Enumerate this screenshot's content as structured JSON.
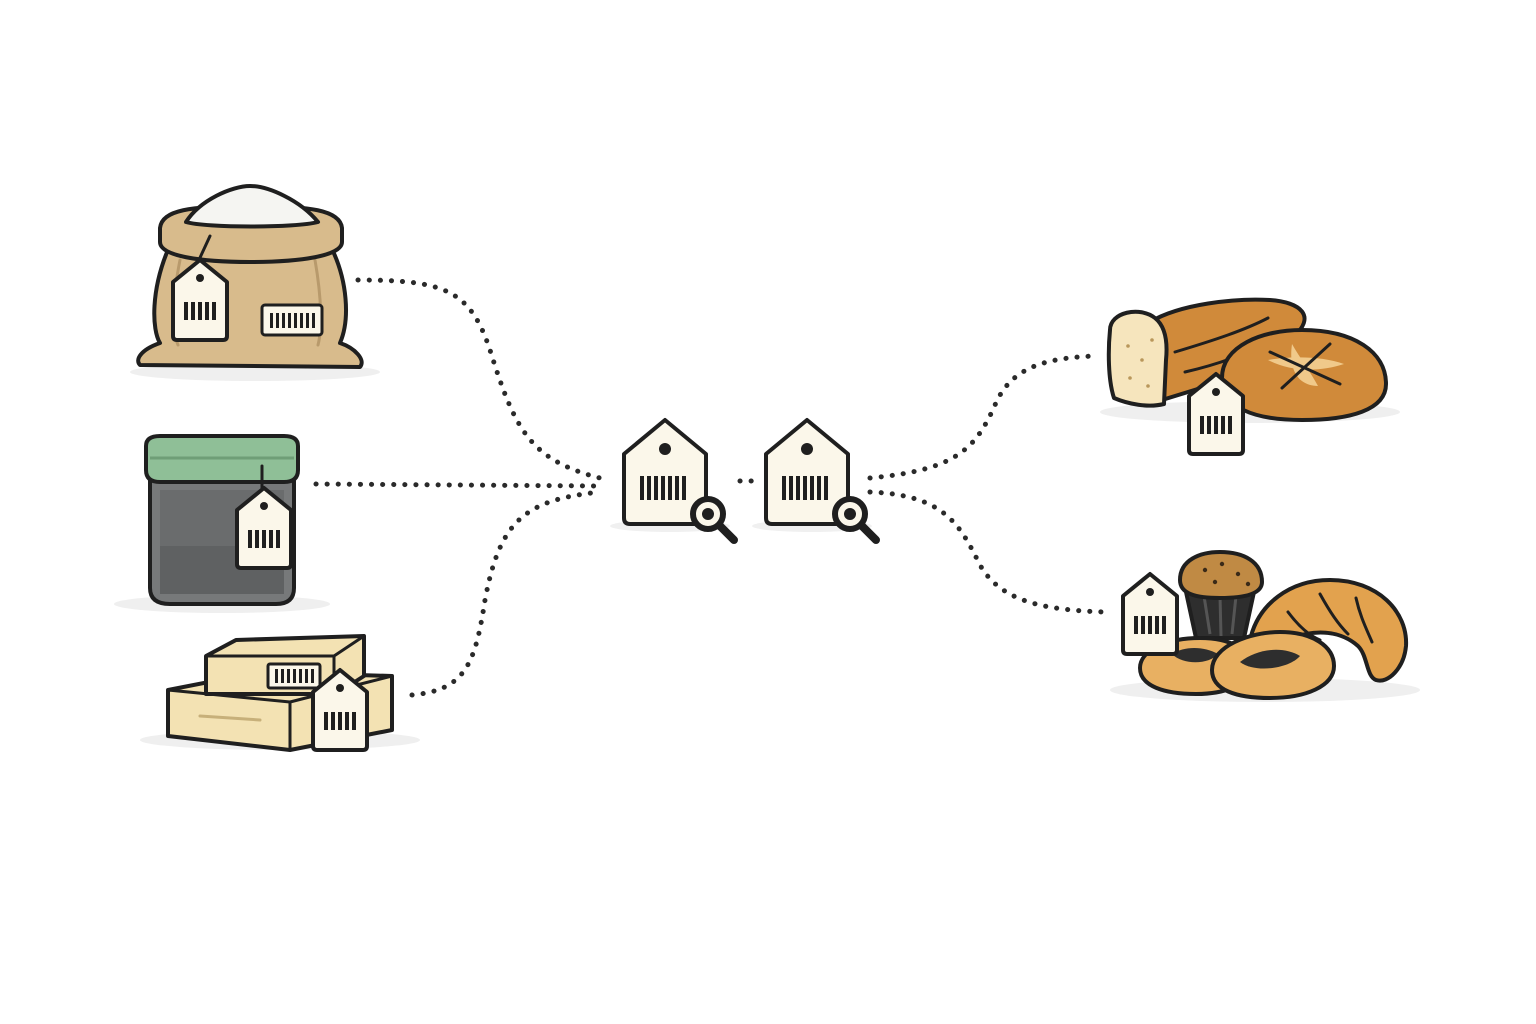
{
  "diagram": {
    "type": "supply-chain-traceability-flow",
    "inputs": [
      {
        "id": "flour",
        "icon": "flour-sack-icon"
      },
      {
        "id": "sourdough",
        "icon": "storage-jar-icon"
      },
      {
        "id": "butter",
        "icon": "butter-blocks-icon"
      }
    ],
    "trackers": [
      {
        "id": "tracker-1",
        "icon": "barcode-tag-scan-icon"
      },
      {
        "id": "tracker-2",
        "icon": "barcode-tag-scan-icon"
      }
    ],
    "outputs": [
      {
        "id": "breads",
        "icon": "bread-loaves-icon"
      },
      {
        "id": "pastries",
        "icon": "pastries-icon"
      }
    ],
    "connector_style": "dotted",
    "colors": {
      "outline": "#1f1f1f",
      "sack": "#d8bb8c",
      "jar_body": "#77797a",
      "jar_lid": "#8fbf97",
      "butter": "#f3e2b3",
      "bread": "#d08a3a",
      "tag": "#fbf7ea"
    }
  }
}
